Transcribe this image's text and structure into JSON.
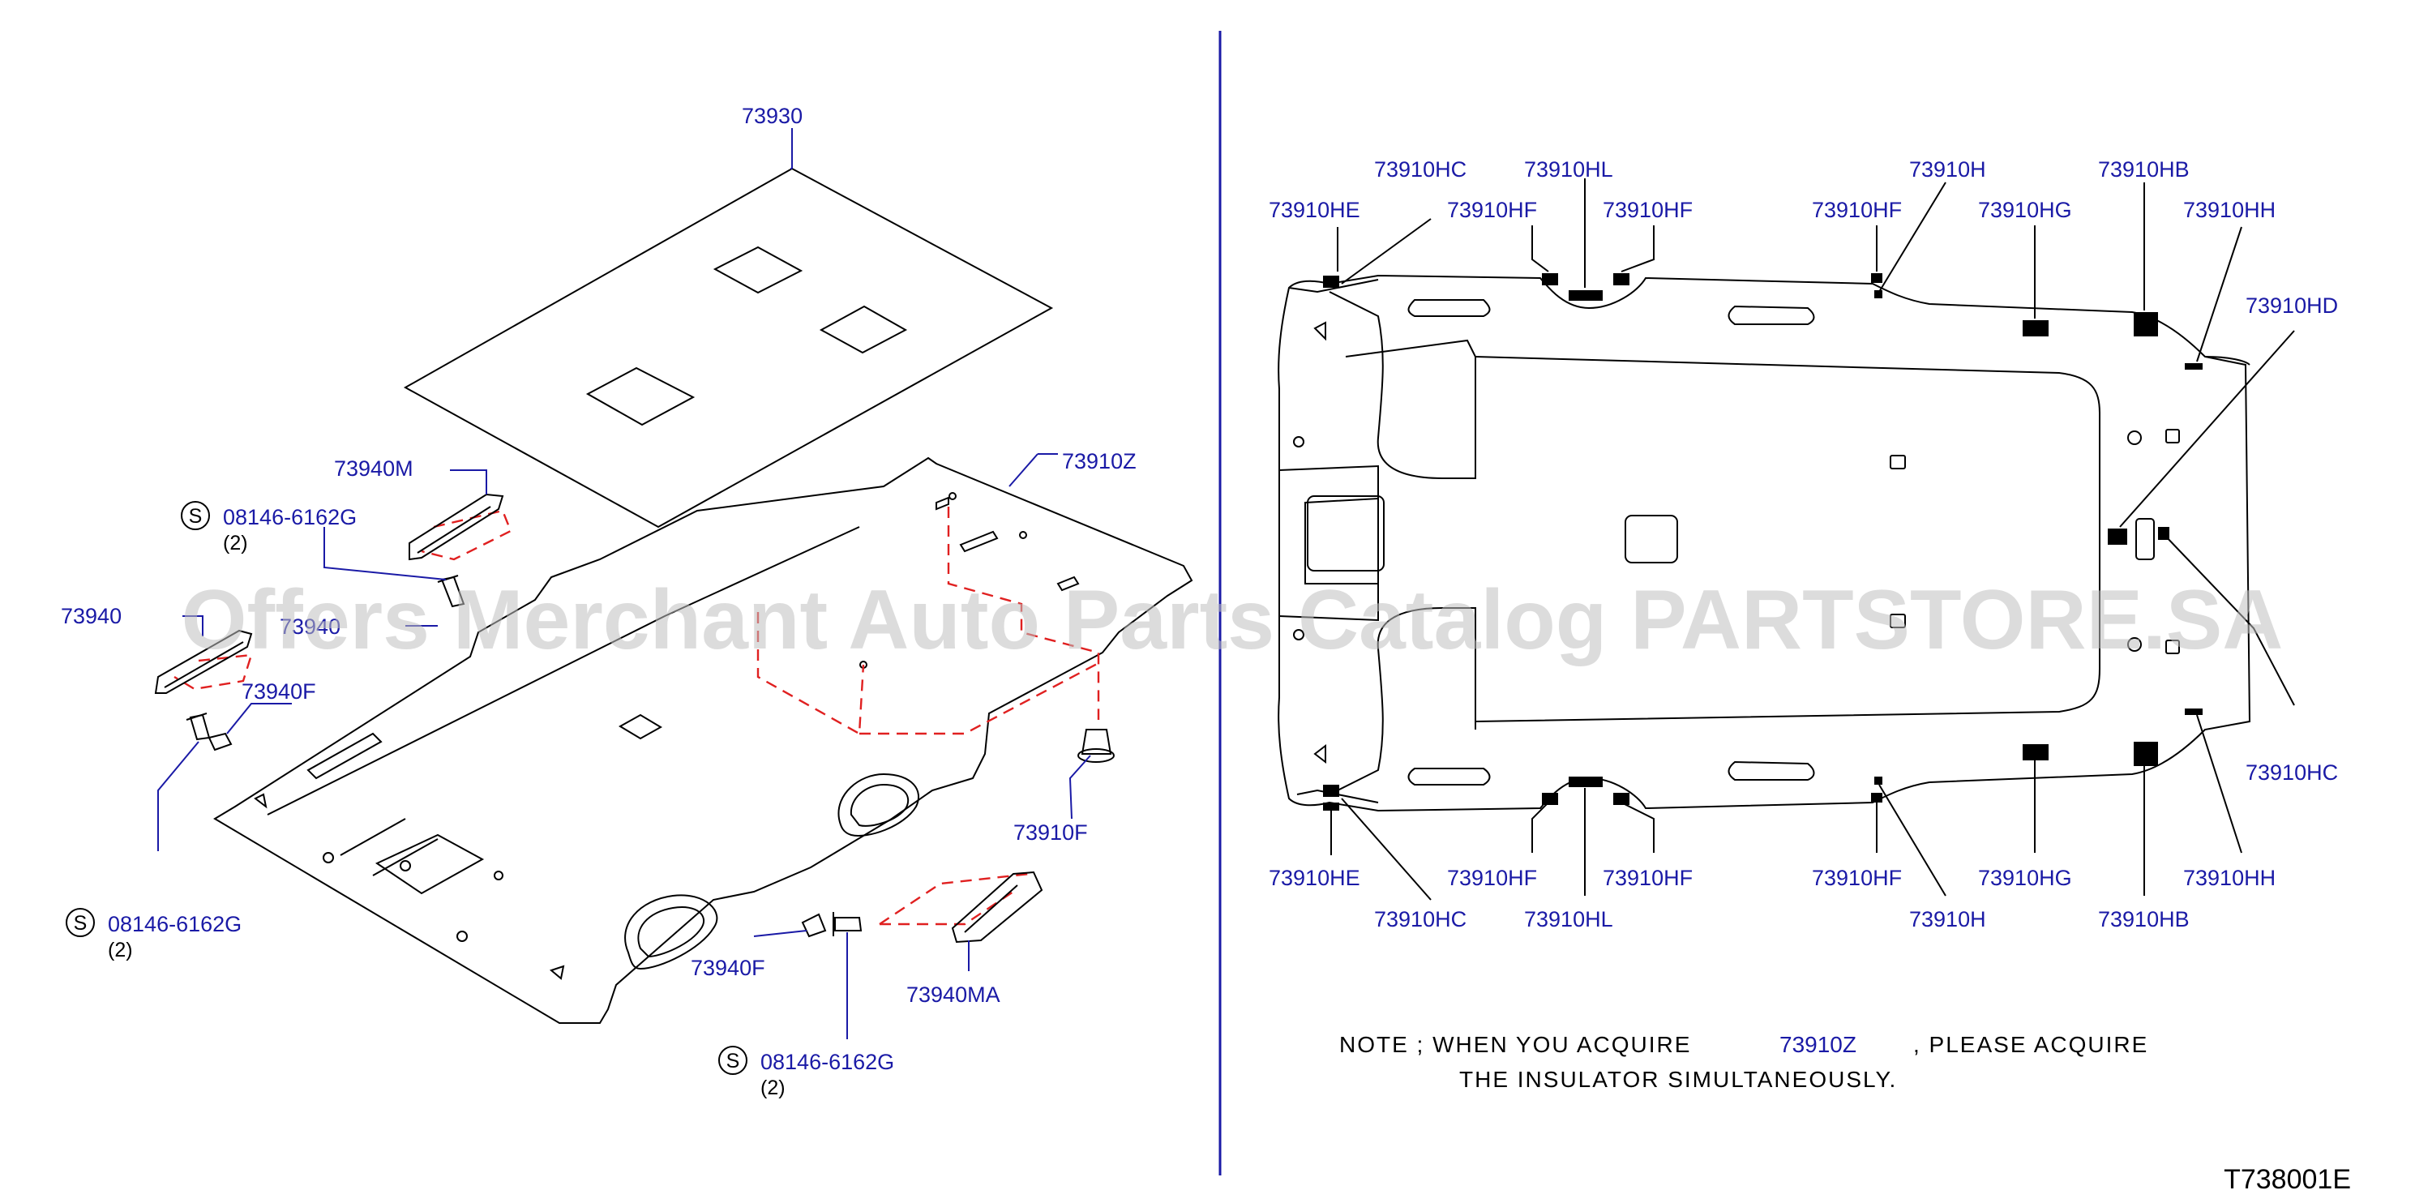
{
  "watermark": "Offers Merchant Auto Parts Catalog PARTSTORE.SA",
  "drawing_code": "T738001E",
  "symbol_s": "S",
  "left_labels": {
    "p73930": "73930",
    "p73910Z": "73910Z",
    "p73940M": "73940M",
    "p73940F_top": "73940F",
    "p73940F_bottom": "73940F",
    "p73910F": "73910F",
    "p73940MA": "73940MA",
    "p73940_left": "73940",
    "p73940_inner": "73940",
    "screw_a": "08146-6162G",
    "screw_a_qty": "(2)",
    "screw_b": "08146-6162G",
    "screw_b_qty": "(2)",
    "screw_c": "08146-6162G",
    "screw_c_qty": "(2)"
  },
  "right_labels": {
    "hc_top": "73910HC",
    "hl_top": "73910HL",
    "h_top": "73910H",
    "hb_top": "73910HB",
    "he_top": "73910HE",
    "hf_top_1": "73910HF",
    "hf_top_2": "73910HF",
    "hf_top_3": "73910HF",
    "hg_top": "73910HG",
    "hh_top": "73910HH",
    "hd": "73910HD",
    "hc_right": "73910HC",
    "he_bottom": "73910HE",
    "hf_bottom_1": "73910HF",
    "hf_bottom_2": "73910HF",
    "hf_bottom_3": "73910HF",
    "hg_bottom": "73910HG",
    "hh_bottom": "73910HH",
    "hc_bottom": "73910HC",
    "hl_bottom": "73910HL",
    "h_bottom": "73910H",
    "hb_bottom": "73910HB"
  },
  "note": {
    "line1_a": "NOTE  ;  WHEN  YOU  ACQUIRE",
    "part": "73910Z",
    "line1_b": ",  PLEASE  ACQUIRE",
    "line2": "THE  INSULATOR  SIMULTANEOUSLY."
  },
  "colors": {
    "label_blue": "#1a1aa6",
    "dashed_red": "#e02020",
    "watermark_gray": "#bfbfbf"
  }
}
